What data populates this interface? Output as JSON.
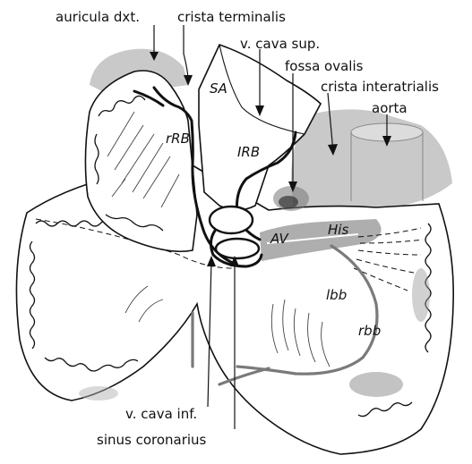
{
  "labels": {
    "auricula": "auricula dxt.",
    "crista_terminalis": "crista terminalis",
    "v_cava_sup": "v. cava sup.",
    "fossa_ovalis": "fossa ovalis",
    "crista_interatrialis": "crista interatrialis",
    "aorta": "aorta",
    "v_cava_inf": "v. cava inf.",
    "sinus_coronarius": "sinus coronarius"
  },
  "abbreviations": {
    "sa": "SA",
    "rrb": "rRB",
    "irb": "IRB",
    "av": "AV",
    "his": "His",
    "lbb": "lbb",
    "rbb": "rbb"
  },
  "colors": {
    "ink": "#111111",
    "shading": "#c9c9c9",
    "conduction_grey": "#7a7a7a"
  }
}
